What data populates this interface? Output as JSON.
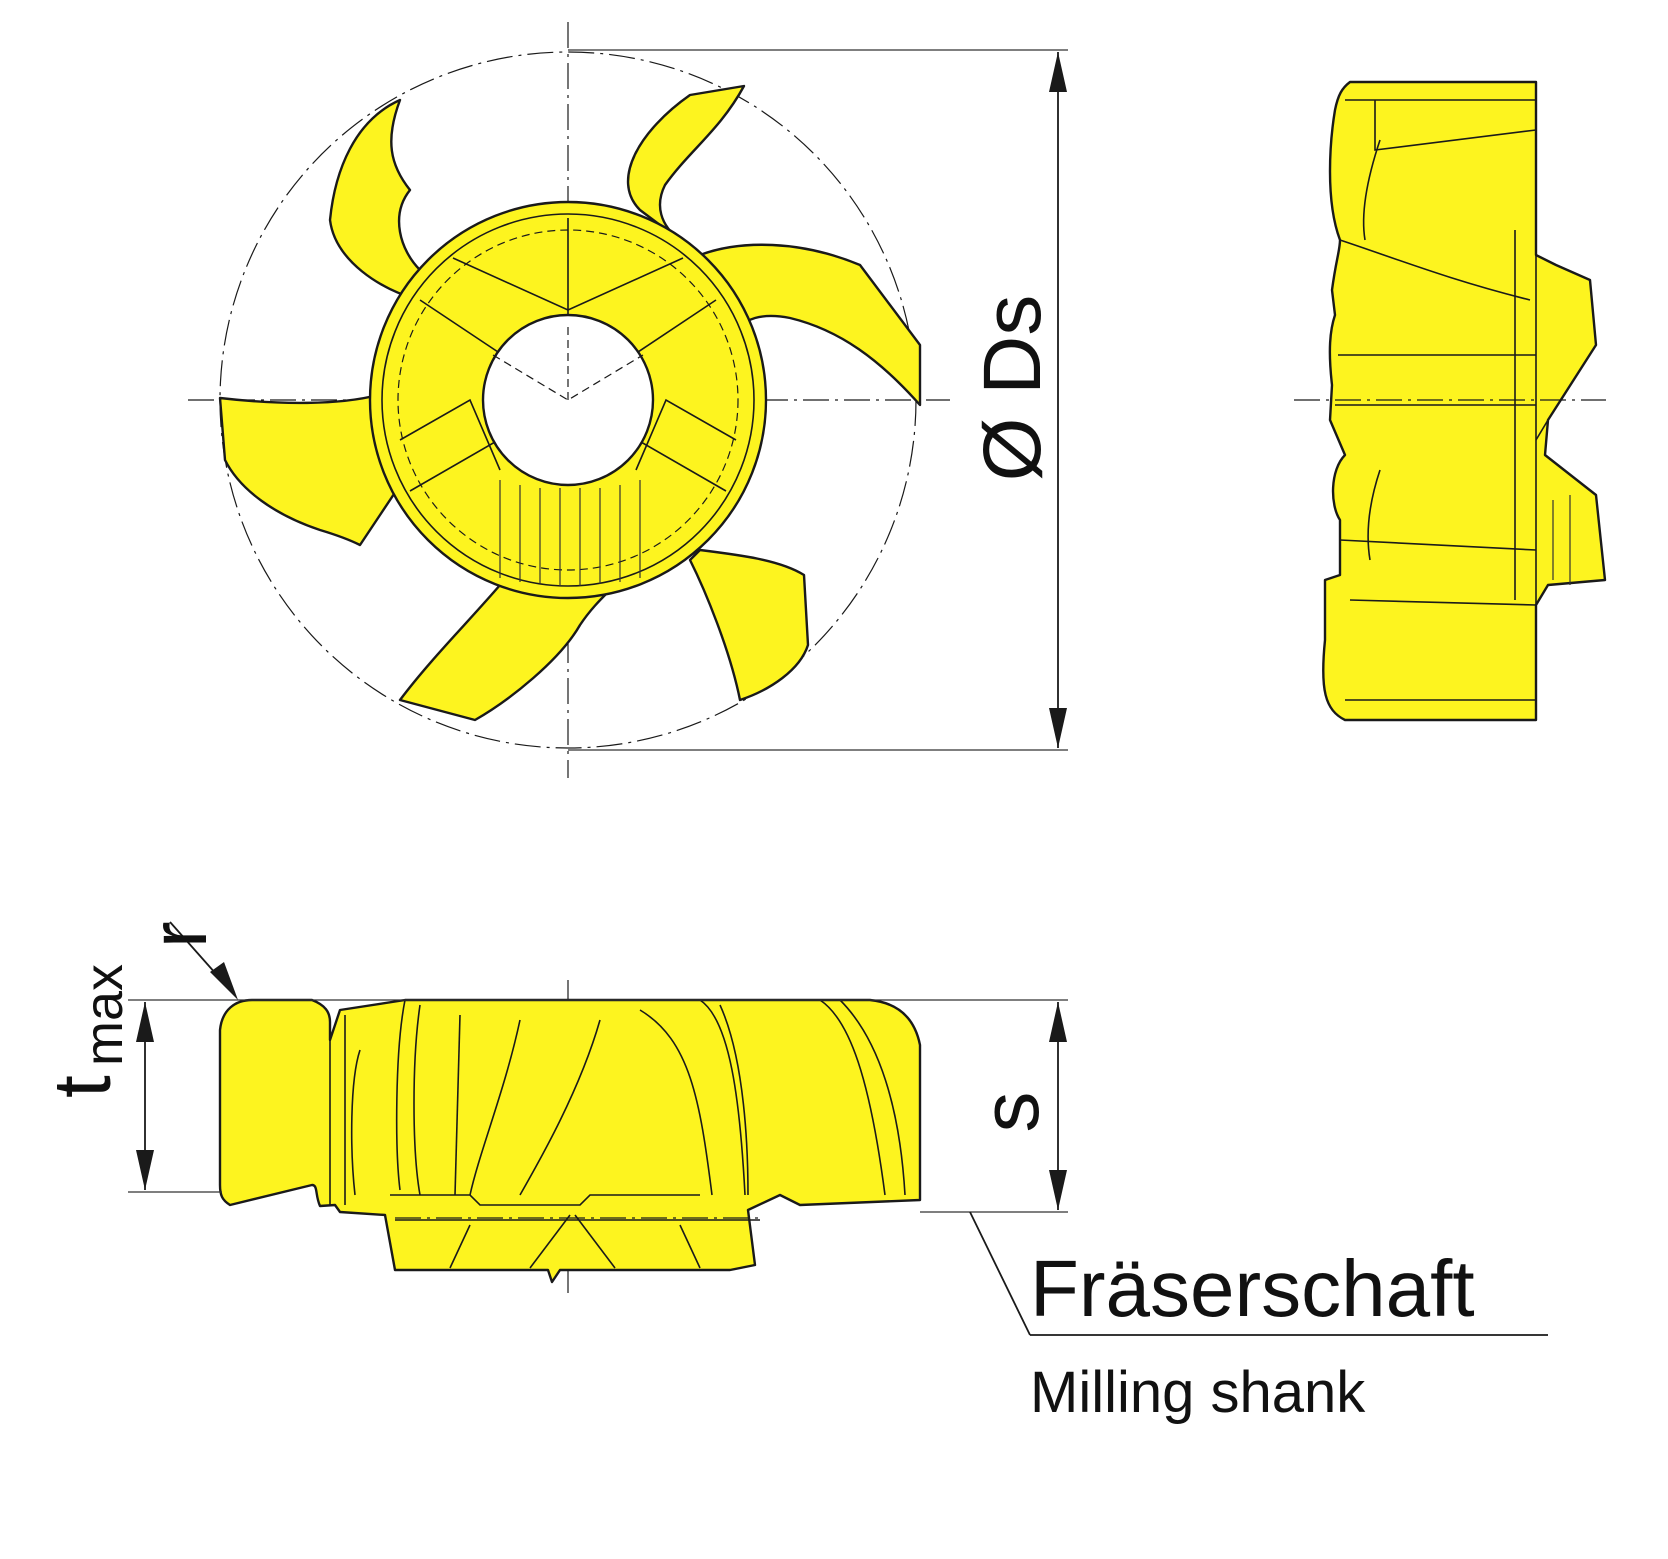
{
  "labels": {
    "diameter": "Ø Ds",
    "width": "s",
    "depth_main": "t",
    "depth_sub": "max",
    "radius": "r",
    "shank_de": "Fräserschaft",
    "shank_en": "Milling shank"
  },
  "colors": {
    "insert_fill": "#fdf41f",
    "outline": "#1a1a1a"
  }
}
